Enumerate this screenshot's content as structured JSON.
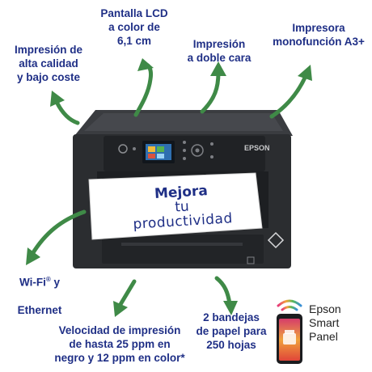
{
  "features": {
    "lcd": "Pantalla LCD\na color de\n6,1 cm",
    "quality": "Impresión de\nalta calidad\ny bajo coste",
    "duplex": "Impresión\na doble cara",
    "a3": "Impresora\nmonofunción A3+",
    "wifi_line1": "Wi-Fi",
    "wifi_reg": "®",
    "wifi_line1_end": " y",
    "wifi_line2": "Ethernet",
    "speed": "Velocidad de impresión\nde hasta 25 ppm en\nnegro y 12 ppm en color*",
    "trays": "2 bandejas\nde papel para\n250 hojas"
  },
  "printer": {
    "brand": "EPSON",
    "paper_line1": "Mejora",
    "paper_line2": "tu",
    "paper_line3": "productividad"
  },
  "app": {
    "name": "Epson\nSmart\nPanel",
    "icon": "epson-smart-panel-app-icon"
  },
  "colors": {
    "label": "#1f2f86",
    "arrow": "#3f8a47",
    "printer_body": "#2b2d30",
    "paper": "#ffffff"
  }
}
